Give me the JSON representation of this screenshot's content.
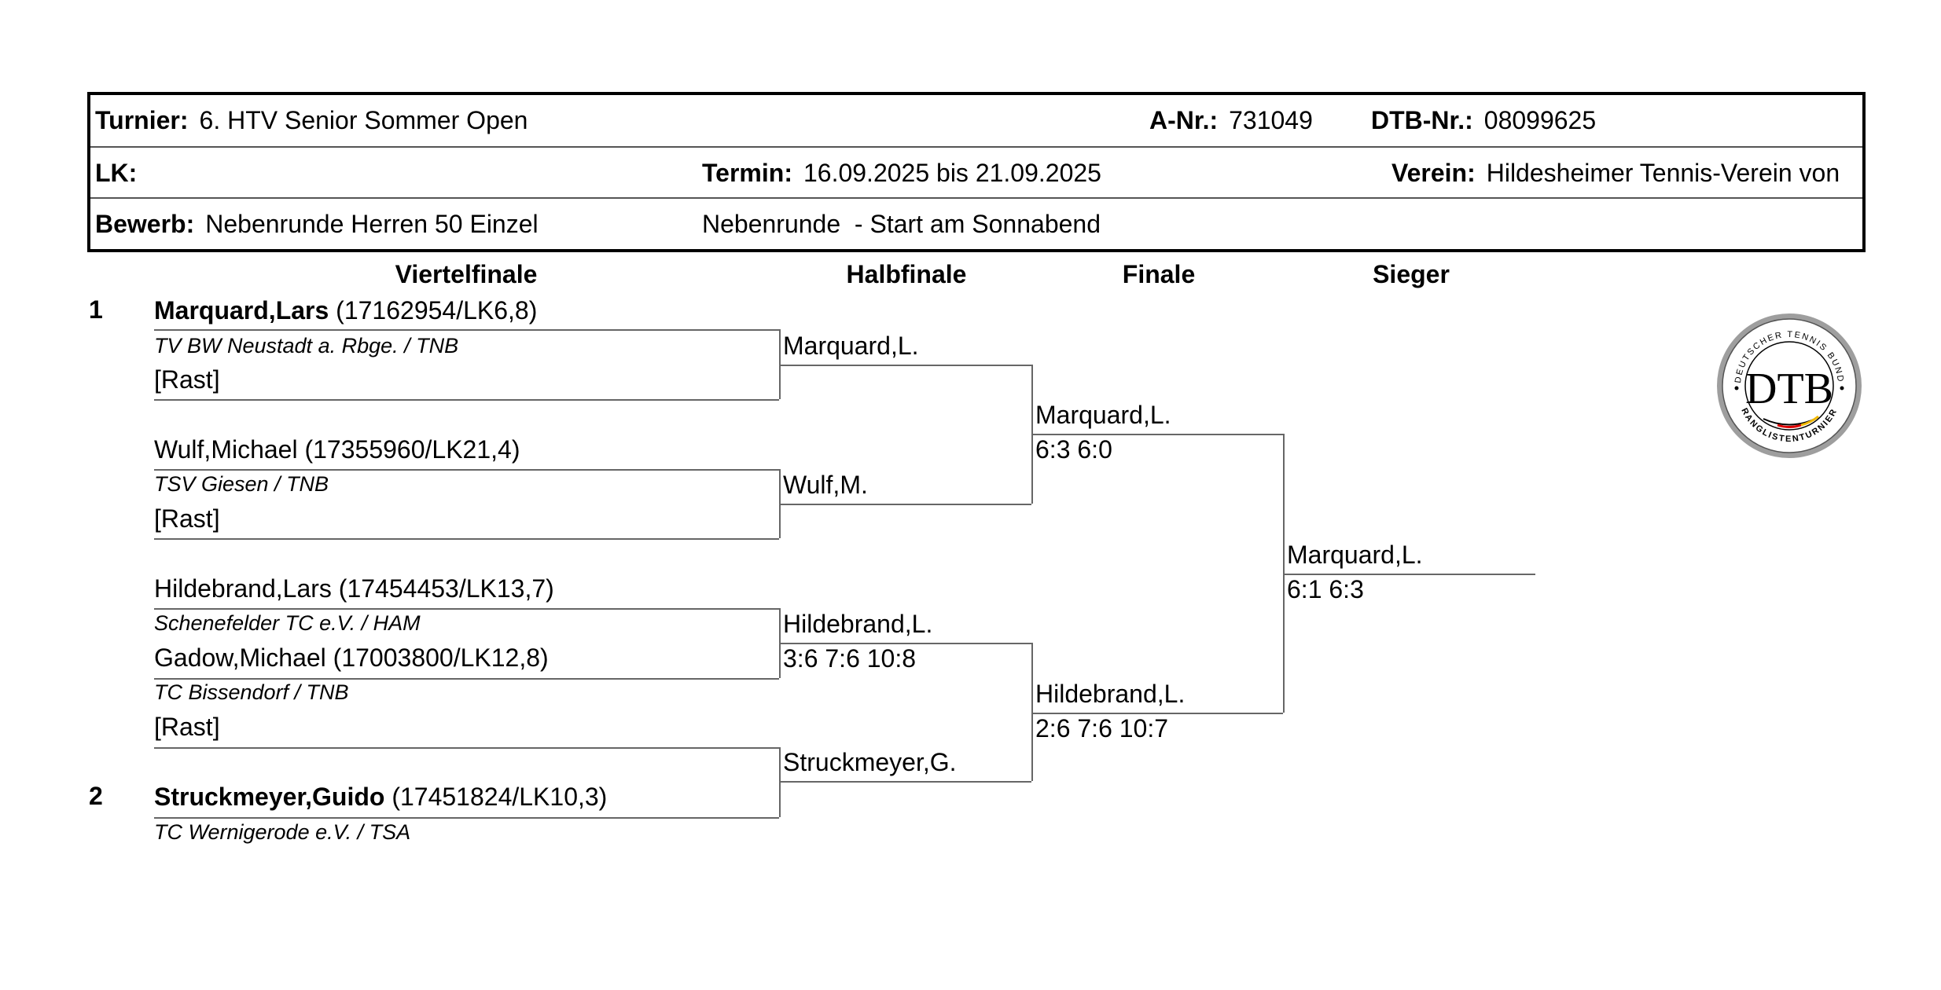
{
  "header": {
    "tournament_label": "Turnier:",
    "tournament": "6. HTV Senior Sommer Open",
    "a_nr_label": "A-Nr.:",
    "a_nr": "731049",
    "dtb_nr_label": "DTB-Nr.:",
    "dtb_nr": "08099625",
    "lk_label": "LK:",
    "termin_label": "Termin:",
    "termin": "16.09.2025 bis 21.09.2025",
    "verein_label": "Verein:",
    "verein": "Hildesheimer Tennis-Verein von",
    "bewerb_label": "Bewerb:",
    "bewerb": "Nebenrunde Herren 50 Einzel",
    "round_note": "Nebenrunde  - Start am Sonnabend"
  },
  "rounds": [
    "Viertelfinale",
    "Halbfinale",
    "Finale",
    "Sieger"
  ],
  "draw": [
    {
      "seed": "1",
      "name_bold": "Marquard,Lars",
      "info": " (17162954/LK6,8)",
      "club": "TV BW Neustadt a. Rbge. / TNB"
    },
    {
      "name": "[Rast]"
    },
    {
      "name": "Wulf,Michael (17355960/LK21,4)",
      "club": "TSV Giesen / TNB"
    },
    {
      "name": "[Rast]"
    },
    {
      "name": "Hildebrand,Lars (17454453/LK13,7)",
      "club": "Schenefelder TC e.V. / HAM"
    },
    {
      "name": "Gadow,Michael (17003800/LK12,8)",
      "club": "TC Bissendorf / TNB"
    },
    {
      "name": "[Rast]"
    },
    {
      "seed": "2",
      "name_bold": "Struckmeyer,Guido",
      "info": " (17451824/LK10,3)",
      "club": "TC Wernigerode e.V. / TSA"
    }
  ],
  "semifinal": [
    {
      "name": "Marquard,L.",
      "score": ""
    },
    {
      "name": "Wulf,M.",
      "score": ""
    },
    {
      "name": "Hildebrand,L.",
      "score": "3:6 7:6 10:8"
    },
    {
      "name": "Struckmeyer,G.",
      "score": ""
    }
  ],
  "final": [
    {
      "name": "Marquard,L.",
      "score": "6:3 6:0"
    },
    {
      "name": "Hildebrand,L.",
      "score": "2:6 7:6 10:7"
    }
  ],
  "winner": {
    "name": "Marquard,L.",
    "score": "6:1 6:3"
  },
  "logo": {
    "monogram": "DTB",
    "ring_top": "DEUTSCHER TENNIS BUND",
    "ring_bottom": "RANGLISTENTURNIER",
    "colors": {
      "ring": "#9e9e9e",
      "black": "#000000",
      "red": "#dd0000",
      "gold": "#f2b800"
    }
  }
}
